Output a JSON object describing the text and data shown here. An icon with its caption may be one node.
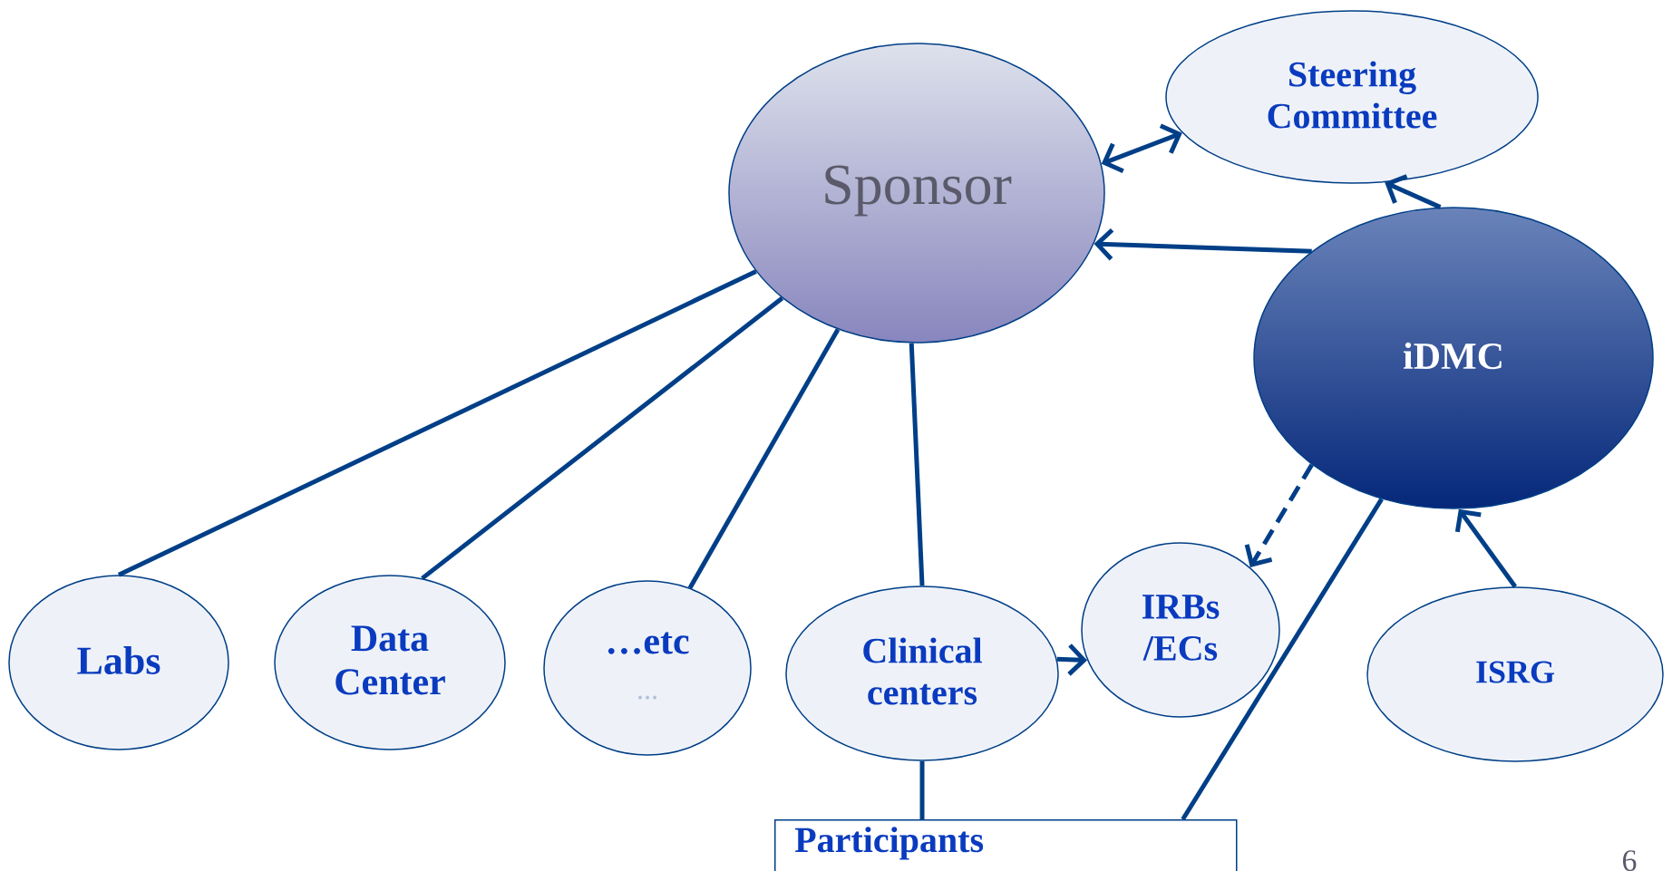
{
  "diagram": {
    "nodes": [
      {
        "text": [
          "Sponsor"
        ]
      },
      {
        "text": [
          "Steering Committee"
        ]
      },
      {
        "text": [
          "iDMC"
        ]
      },
      {
        "text": [
          "Labs"
        ]
      },
      {
        "text": [
          "Data Center"
        ]
      },
      {
        "text": [
          "…etc",
          "…"
        ]
      },
      {
        "text": [
          "Clinical centers"
        ]
      },
      {
        "text": [
          "IRBs /ECs"
        ]
      },
      {
        "text": [
          "ISRG"
        ]
      },
      {
        "text": [
          "Participants"
        ]
      }
    ],
    "edges": [
      {
        "from": 0,
        "to": 1,
        "arrow": "both"
      },
      {
        "from": 2,
        "to": 0,
        "arrow": "to"
      },
      {
        "from": 2,
        "to": 1,
        "arrow": "to"
      },
      {
        "from": 0,
        "to": 3,
        "arrow": "none"
      },
      {
        "from": 0,
        "to": 4,
        "arrow": "none"
      },
      {
        "from": 0,
        "to": 5,
        "arrow": "none"
      },
      {
        "from": 0,
        "to": 6,
        "arrow": "none"
      },
      {
        "from": 6,
        "to": 7,
        "arrow": "to"
      },
      {
        "from": 2,
        "to": 7,
        "arrow": "to",
        "style": "dashed"
      },
      {
        "from": 2,
        "to": 9,
        "arrow": "none"
      },
      {
        "from": 8,
        "to": 2,
        "arrow": "to"
      },
      {
        "from": 6,
        "to": 9,
        "arrow": "none"
      }
    ],
    "labels": [
      "6"
    ]
  }
}
